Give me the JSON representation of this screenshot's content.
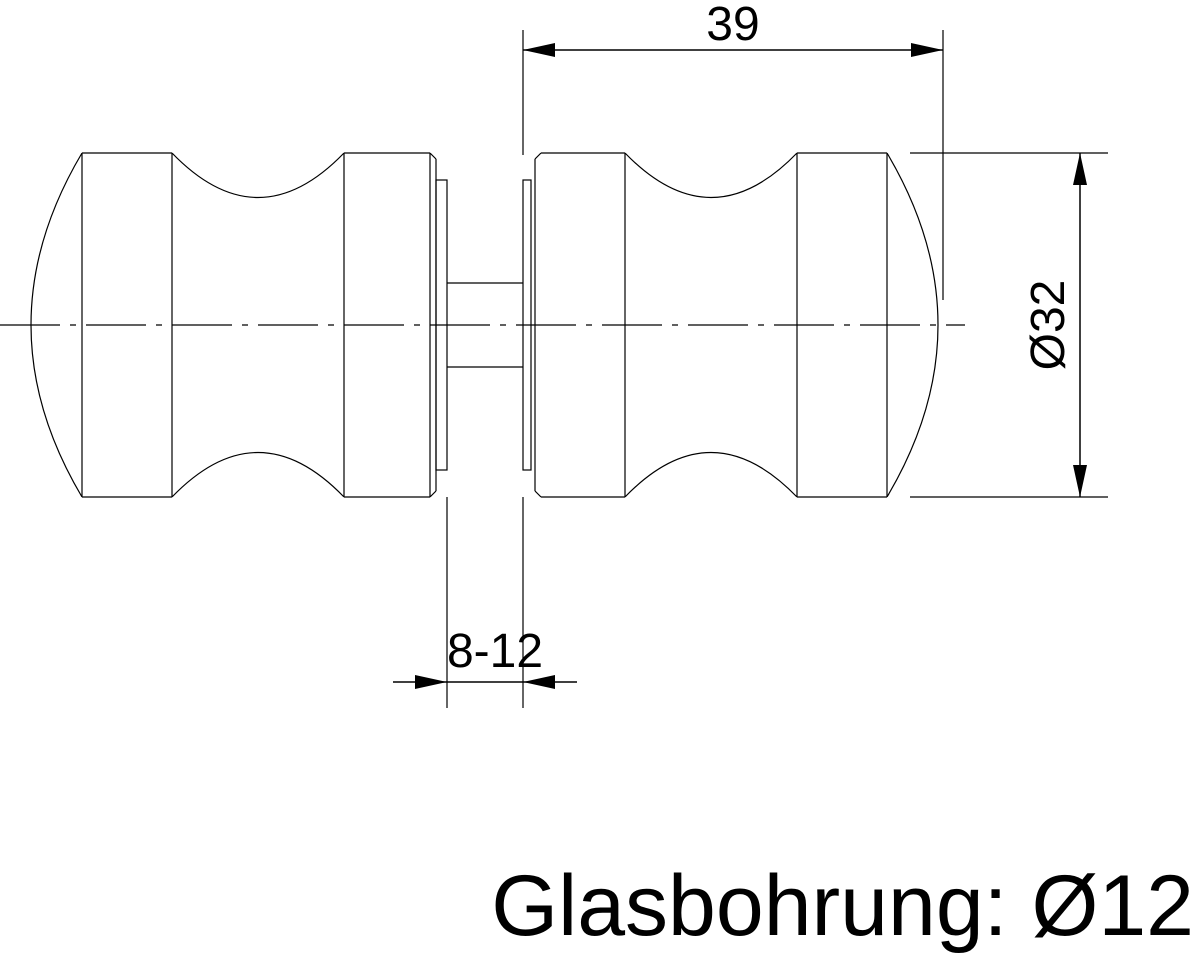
{
  "dimensions": {
    "depth_label": "39",
    "diameter_label": "Ø32",
    "glass_thickness_label": "8-12"
  },
  "caption": "Glasbohrung: Ø12",
  "colors": {
    "line": "#000000",
    "background": "#ffffff"
  }
}
